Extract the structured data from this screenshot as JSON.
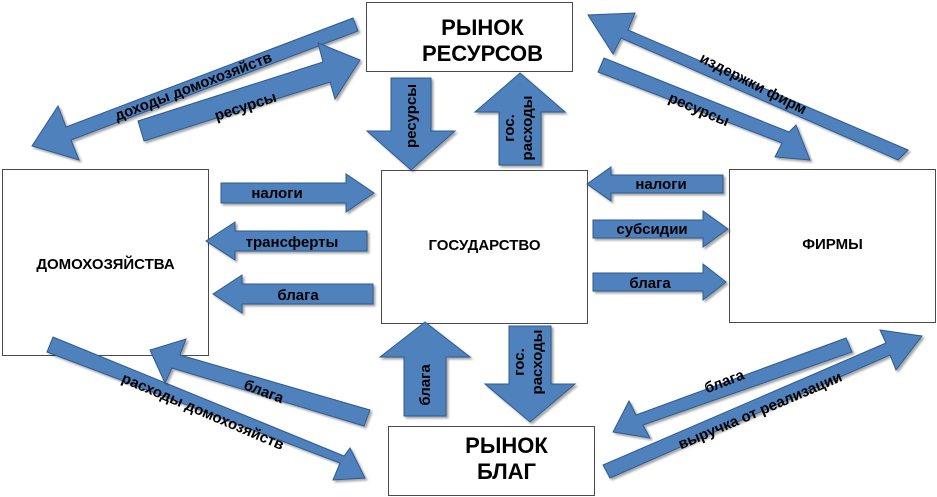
{
  "nodes": {
    "resource_market": {
      "line1": "РЫНОК",
      "line2": "РЕСУРСОВ"
    },
    "goods_market": {
      "line1": "РЫНОК",
      "line2": "БЛАГ"
    },
    "households": "ДОМОХОЗЯЙСТВА",
    "government": "ГОСУДАРСТВО",
    "firms": "ФИРМЫ"
  },
  "flows": {
    "household_income": "доходы домохозяйств",
    "household_resources": "ресурсы",
    "gov_resources": "ресурсы",
    "gov_spending_resources": "гос. расходы",
    "firm_costs": "издержки фирм",
    "firm_resources": "ресурсы",
    "household_taxes": "налоги",
    "transfers": "трансферты",
    "household_goods_gov": "блага",
    "firm_taxes": "налоги",
    "subsidies": "субсидии",
    "firm_goods_gov": "блага",
    "household_spending": "расходы домохозяйств",
    "household_goods": "блага",
    "gov_goods": "блага",
    "gov_spending_goods": "гос. расходы",
    "firm_goods": "блага",
    "sales_revenue": "выручка от реализации"
  },
  "colors": {
    "arrow_fill": "#4f81bd",
    "arrow_stroke": "#2e5a8e"
  }
}
